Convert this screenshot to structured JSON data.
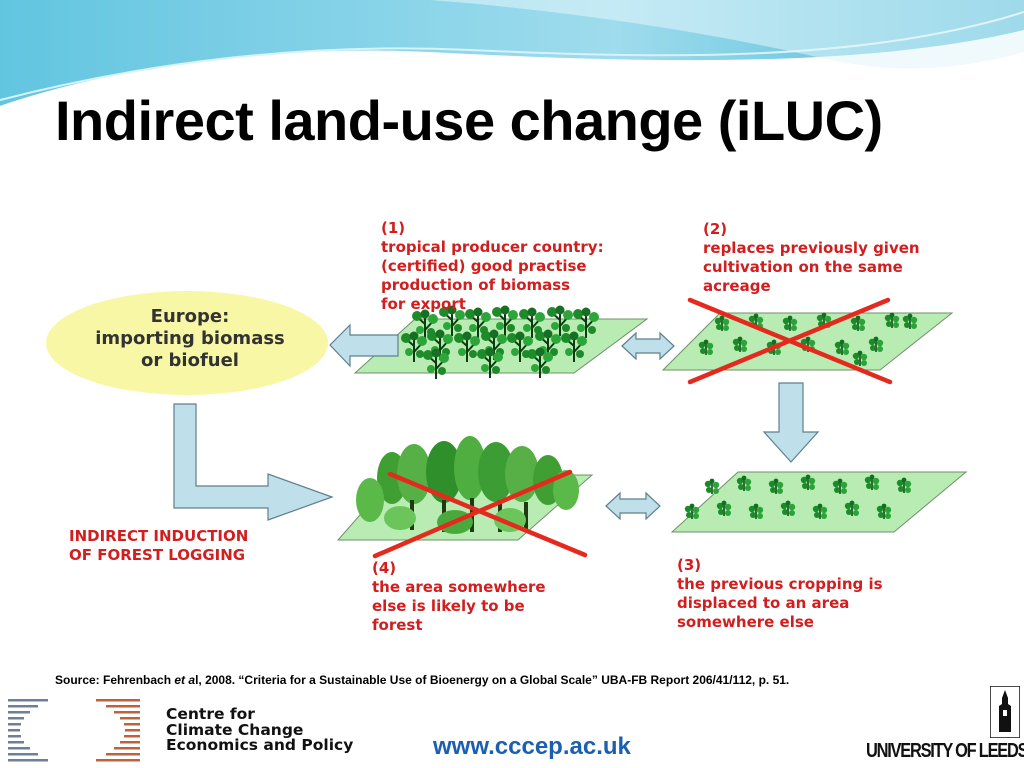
{
  "slide": {
    "title": "Indirect land-use change (iLUC)"
  },
  "diagram": {
    "europe": [
      "Europe:",
      "importing biomass",
      "or biofuel"
    ],
    "step1": [
      "(1)",
      "tropical producer country:",
      "(certified) good practise",
      "production of biomass",
      "for export"
    ],
    "step2": [
      "(2)",
      "replaces previously given",
      "cultivation on the same",
      "acreage"
    ],
    "step3": [
      "(3)",
      "the previous cropping is",
      "displaced to an area",
      "somewhere else"
    ],
    "step4": [
      "(4)",
      "the area somewhere",
      "else is likely to be",
      "forest"
    ],
    "indirect": [
      "INDIRECT INDUCTION",
      "OF FOREST LOGGING"
    ]
  },
  "source": {
    "prefix": "Source: Fehrenbach ",
    "etal_italic": "et a",
    "suffix": "l, 2008. “Criteria for a Sustainable Use of Bioenergy on a Global Scale” UBA-FB Report 206/41/112, p. 51."
  },
  "footer": {
    "cccep_lines": [
      "Centre for",
      "Climate Change",
      "Economics and Policy"
    ],
    "website": "www.cccep.ac.uk",
    "university": "UNIVERSITY OF LEEDS"
  },
  "colors": {
    "label_red": "#d21e1e",
    "field_green": "#b9ecb2",
    "ellipse_yellow": "#f7f7a5",
    "arrow_blue": "#bfe0ea",
    "link_blue": "#1a5fb4",
    "header_wave": "#62c5e0"
  }
}
